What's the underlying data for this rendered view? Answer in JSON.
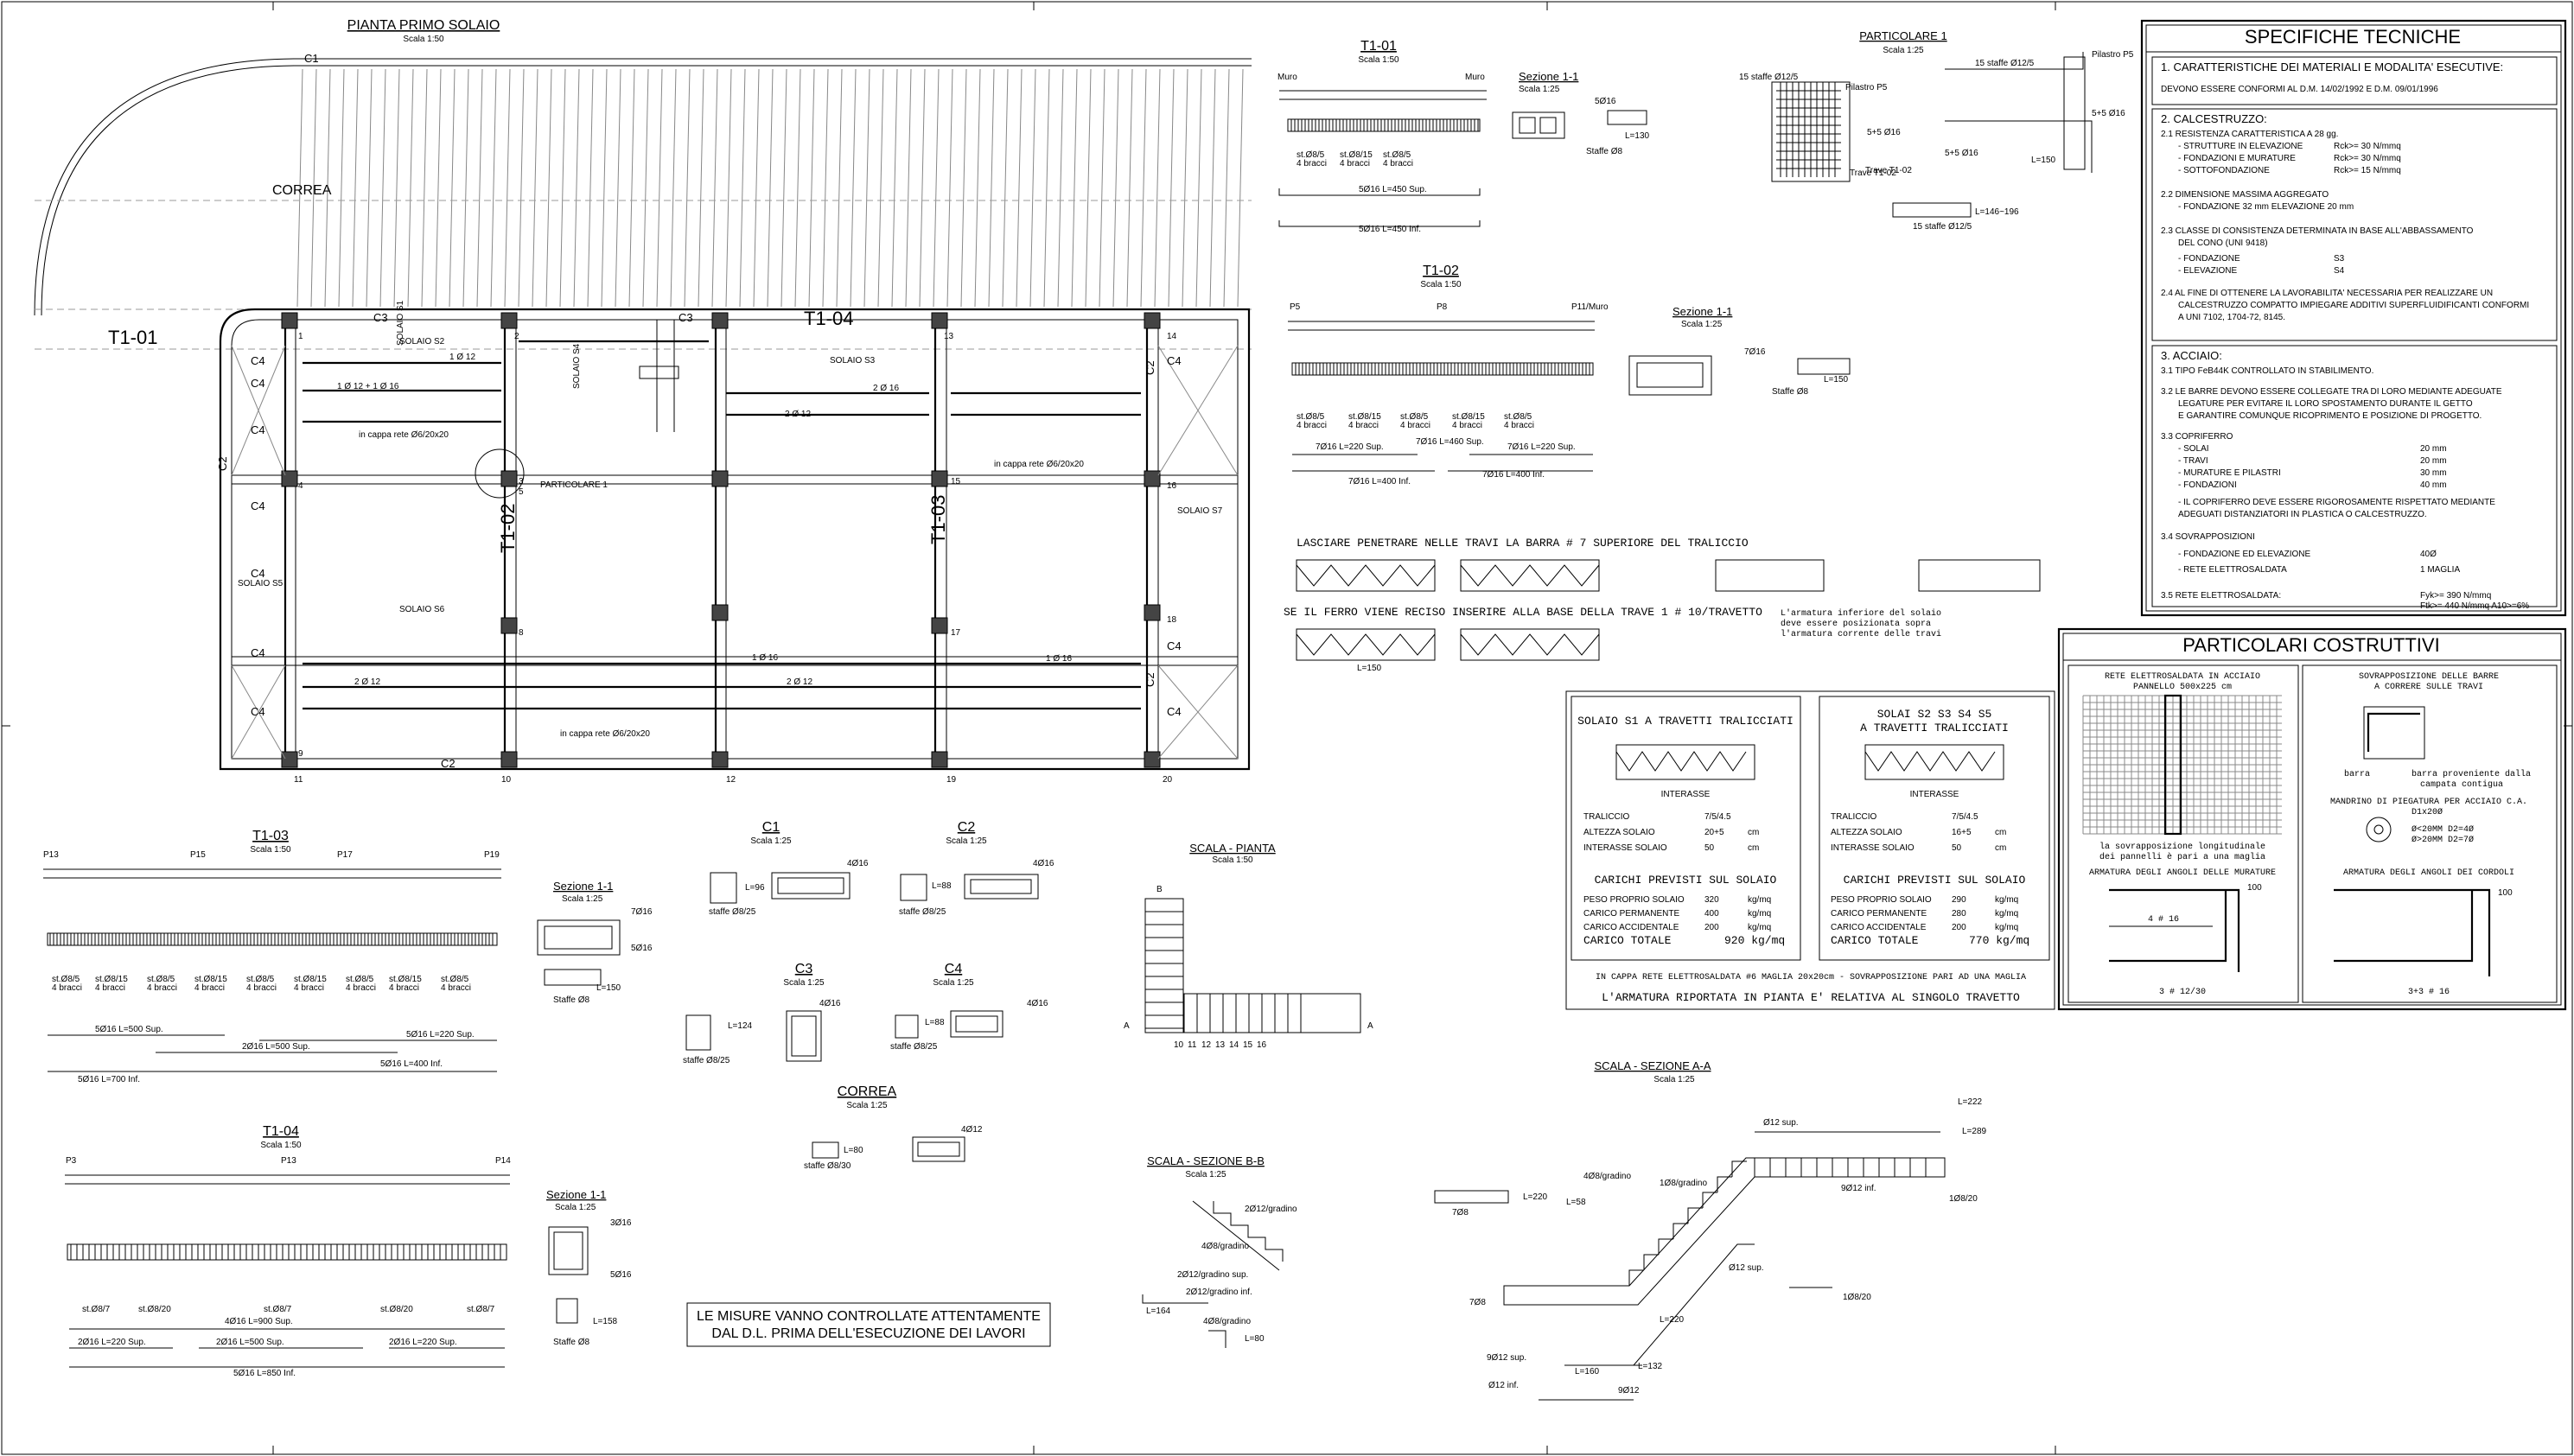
{
  "plan": {
    "title": "PIANTA PRIMO SOLAIO",
    "scale": "Scala 1:50",
    "beam_c1": "C1",
    "beam_c2": "C2",
    "beam_c3": "C3",
    "beam_c4": "C4",
    "correa": "CORREA",
    "beam_t101": "T1-01",
    "beam_t102": "T1-02",
    "beam_t103": "T1-03",
    "beam_t104": "T1-04",
    "solaio_s1": "SOLAIO S1",
    "solaio_s2": "SOLAIO S2",
    "solaio_s3": "SOLAIO S3",
    "solaio_s4": "SOLAIO S4",
    "solaio_s5": "SOLAIO S5",
    "solaio_s6": "SOLAIO S6",
    "solaio_s7": "SOLAIO S7",
    "cappa_net": "in cappa rete Ø6/20x20",
    "particolare_1": "PARTICOLARE 1",
    "bar_1_12": "1 Ø 12",
    "bar_2_12": "2 Ø 12",
    "bar_1_16": "1 Ø 16",
    "bar_2_16": "2 Ø 16",
    "bar_mix": "1 Ø 12 + 1 Ø 16",
    "node_numbers": [
      "1",
      "2",
      "3",
      "4",
      "5",
      "8",
      "9",
      "10",
      "11",
      "12",
      "13",
      "14",
      "15",
      "16",
      "17",
      "18",
      "19",
      "20"
    ]
  },
  "t101": {
    "title": "T1-01",
    "scale": "Scala 1:50",
    "left": "Muro",
    "right": "Muro",
    "stirrups_a": "st.Ø8/5",
    "stirrups_b": "st.Ø8/15",
    "stirrups_note": "4 bracci",
    "top_bars": "5Ø16 L=450 Sup.",
    "bottom_bars": "5Ø16 L=450 Inf.",
    "section": "Sezione 1-1",
    "section_scale": "Scala 1:25",
    "section_bar": "5Ø16",
    "section_len": "L=130",
    "section_stirrup": "Staffe Ø8"
  },
  "t102": {
    "title": "T1-02",
    "scale": "Scala 1:50",
    "p5": "P5",
    "p8": "P8",
    "p11": "P11/Muro",
    "stirrups_a": "st.Ø8/5",
    "stirrups_b": "st.Ø8/15",
    "stirrups_note": "4 bracci",
    "bars_a": "7Ø16 L=220 Sup.",
    "bars_b": "7Ø16 L=400 Inf.",
    "bars_c": "7Ø16 L=400 Inf.",
    "bars_d": "7Ø16 L=220 Sup.",
    "bars_e": "7Ø16 L=460 Sup.",
    "section": "Sezione 1-1",
    "section_scale": "Scala 1:25",
    "section_bar": "7Ø16",
    "section_len": "L=150",
    "section_stirrup": "Staffe Ø8"
  },
  "particolare": {
    "title": "PARTICOLARE 1",
    "scale": "Scala 1:25",
    "l1": "15 staffe Ø12/5",
    "l2": "Pilastro P5",
    "l3": "5+5 Ø16",
    "l4": "Trave T1-02",
    "l5": "Pilastro P5",
    "l6": "15 staffe Ø12/5",
    "l7": "5+5 Ø16",
    "l8": "L=150",
    "l9": "L=146~196",
    "l10": "15 staffe Ø12/5"
  },
  "truss_notes": {
    "n1": "LASCIARE PENETRARE NELLE TRAVI LA BARRA # 7 SUPERIORE DEL TRALICCIO",
    "n2": "SE IL FERRO VIENE RECISO INSERIRE ALLA BASE DELLA TRAVE 1 # 10/TRAVETTO",
    "n3": "L'armatura inferiore del solaio deve essere posizionata sopra l'armatura corrente delle travi",
    "l150": "L=150"
  },
  "specs": {
    "title": "SPECIFICHE TECNICHE",
    "s1_title": "1. CARATTERISTICHE DEI MATERIALI E MODALITA' ESECUTIVE:",
    "s1_text": "DEVONO ESSERE CONFORMI AL D.M. 14/02/1992 E D.M. 09/01/1996",
    "s2_title": "2. CALCESTRUZZO:",
    "s2_lines": [
      "2.1 RESISTENZA CARATTERISTICA A 28 gg.",
      "- STRUTTURE IN ELEVAZIONE",
      "- FONDAZIONI E MURATURE",
      "- SOTTOFONDAZIONE",
      "2.2 DIMENSIONE MASSIMA AGGREGATO",
      "- FONDAZIONE 32 mm ELEVAZIONE 20 mm",
      "2.3 CLASSE DI CONSISTENZA DETERMINATA IN BASE ALL'ABBASSAMENTO",
      "DEL CONO (UNI 9418)",
      "- FONDAZIONE",
      "- ELEVAZIONE",
      "2.4 AL FINE DI OTTENERE LA LAVORABILITA' NECESSARIA PER REALIZZARE UN",
      "CALCESTRUZZO COMPATTO IMPIEGARE ADDITIVI SUPERFLUIDIFICANTI CONFORMI",
      "A UNI 7102, 1704-72, 8145."
    ],
    "s2_values": [
      "Rck>= 30 N/mmq",
      "Rck>= 30 N/mmq",
      "Rck>= 15 N/mmq",
      "S3",
      "S4"
    ],
    "s3_title": "3. ACCIAIO:",
    "s3_lines": [
      "3.1 TIPO FeB44K CONTROLLATO IN STABILIMENTO.",
      "3.2 LE BARRE DEVONO ESSERE COLLEGATE TRA DI LORO MEDIANTE ADEGUATE",
      "LEGATURE PER EVITARE IL LORO SPOSTAMENTO DURANTE IL GETTO",
      "E GARANTIRE COMUNQUE RICOPRIMENTO E POSIZIONE DI PROGETTO.",
      "3.3 COPRIFERRO",
      "- SOLAI",
      "- TRAVI",
      "- MURATURE E PILASTRI",
      "- FONDAZIONI",
      "- IL COPRIFERRO DEVE ESSERE RIGOROSAMENTE RISPETTATO MEDIANTE",
      "ADEGUATI DISTANZIATORI IN PLASTICA O CALCESTRUZZO.",
      "3.4 SOVRAPPOSIZIONI",
      "- FONDAZIONE ED ELEVAZIONE",
      "- RETE ELETTROSALDATA",
      "3.5 RETE ELETTROSALDATA:"
    ],
    "s3_values": [
      "20 mm",
      "20 mm",
      "30 mm",
      "40 mm",
      "40Ø",
      "1 MAGLIA",
      "Fyk>= 390 N/mmq",
      "Ftk>= 440 N/mmq  A10>=6%"
    ]
  },
  "part_costr": {
    "title": "PARTICOLARI COSTRUTTIVI",
    "rete_title": "RETE ELETTROSALDATA IN ACCIAIO",
    "rete_sub": "PANNELLO 500x225 cm",
    "rete_note1": "la sovrapposizione longitudinale",
    "rete_note2": "dei pannelli è pari a una maglia",
    "sovr_title": "SOVRAPPOSIZIONE DELLE BARRE",
    "sovr_sub": "A CORRERE SULLE TRAVI",
    "barra": "barra",
    "barra_prov": "barra proveniente dalla",
    "campata": "campata contigua",
    "mandrino": "MANDRINO DI PIEGATURA PER ACCIAIO C.A.",
    "mandrino_a": "D1x20Ø",
    "mandrino_b": "Ø<20MM D2=4Ø",
    "mandrino_c": "Ø>20MM D2=7Ø",
    "arm_mura": "ARMATURA DEGLI ANGOLI DELLE MURATURE",
    "arm_cord": "ARMATURA DEGLI ANGOLI DEI CORDOLI",
    "bar_a": "4 # 16",
    "bar_b": "3 # 12/30",
    "bar_c": "3+3 # 16",
    "dim100": "100"
  },
  "solaio_s1": {
    "title": "SOLAIO S1 A TRAVETTI TRALICCIATI",
    "interasse": "INTERASSE",
    "rows": [
      [
        "TRALICCIO",
        "7/5/4.5",
        ""
      ],
      [
        "ALTEZZA SOLAIO",
        "20+5",
        "cm"
      ],
      [
        "INTERASSE SOLAIO",
        "50",
        "cm"
      ]
    ],
    "carichi": "CARICHI PREVISTI SUL SOLAIO",
    "loads": [
      [
        "PESO PROPRIO SOLAIO",
        "320",
        "kg/mq"
      ],
      [
        "CARICO PERMANENTE",
        "400",
        "kg/mq"
      ],
      [
        "CARICO ACCIDENTALE",
        "200",
        "kg/mq"
      ]
    ],
    "totale_label": "CARICO TOTALE",
    "totale": "920 kg/mq"
  },
  "solaio_s2": {
    "title": "SOLAI S2 S3 S4 S5",
    "title2": "A TRAVETTI TRALICCIATI",
    "interasse": "INTERASSE",
    "rows": [
      [
        "TRALICCIO",
        "7/5/4.5",
        ""
      ],
      [
        "ALTEZZA SOLAIO",
        "16+5",
        "cm"
      ],
      [
        "INTERASSE SOLAIO",
        "50",
        "cm"
      ]
    ],
    "carichi": "CARICHI PREVISTI SUL SOLAIO",
    "loads": [
      [
        "PESO PROPRIO SOLAIO",
        "290",
        "kg/mq"
      ],
      [
        "CARICO PERMANENTE",
        "280",
        "kg/mq"
      ],
      [
        "CARICO ACCIDENTALE",
        "200",
        "kg/mq"
      ]
    ],
    "totale_label": "CARICO TOTALE",
    "totale": "770 kg/mq"
  },
  "cappa_note": "IN CAPPA RETE ELETTROSALDATA #6 MAGLIA 20x20cm - SOVRAPPOSIZIONE PARI AD UNA MAGLIA",
  "armatura_note": "L'ARMATURA RIPORTATA IN PIANTA E' RELATIVA AL SINGOLO TRAVETTO",
  "t103": {
    "title": "T1-03",
    "scale": "Scala 1:50",
    "p13": "P13",
    "p15": "P15",
    "p17": "P17",
    "p19": "P19",
    "st_a": "st.Ø8/5",
    "st_b": "st.Ø8/15",
    "st_note": "4 bracci",
    "b1": "5Ø16 L=500 Sup.",
    "b2": "2Ø16 L=500 Sup.",
    "b3": "5Ø16 L=220 Sup.",
    "b4": "5Ø16 L=400 Inf.",
    "b5": "5Ø16 L=700 Inf.",
    "section": "Sezione 1-1",
    "section_scale": "Scala 1:25",
    "section_bar": "7Ø16",
    "section_bar2": "5Ø16",
    "section_len": "L=150",
    "section_stirrup": "Staffe Ø8"
  },
  "t104": {
    "title": "T1-04",
    "scale": "Scala 1:50",
    "p3": "P3",
    "p13": "P13",
    "p14": "P14",
    "st_a": "st.Ø8/7",
    "st_b": "st.Ø8/20",
    "st_c": "st.Ø8/7",
    "st_d": "st.Ø8/20",
    "st_e": "st.Ø8/20",
    "b1": "4Ø16 L=900 Sup.",
    "b2": "2Ø16 L=220 Sup.",
    "b3": "2Ø16 L=500 Sup.",
    "b4": "2Ø16 L=220 Sup.",
    "b5": "5Ø16 L=850 Inf.",
    "section": "Sezione 1-1",
    "section_scale": "Scala 1:25",
    "section_bar": "3Ø16",
    "section_bar2": "5Ø16",
    "section_len": "L=158",
    "section_stirrup": "Staffe Ø8"
  },
  "cordoli": {
    "c1": "C1",
    "c2": "C2",
    "c3": "C3",
    "c4": "C4",
    "correa": "CORREA",
    "scale": "Scala 1:25",
    "c1_bar": "4Ø16",
    "c1_len": "L=96",
    "c1_st": "staffe Ø8/25",
    "c2_bar": "4Ø16",
    "c2_len": "L=88",
    "c2_st": "staffe Ø8/25",
    "c3_bar": "4Ø16",
    "c3_len": "L=124",
    "c3_st": "staffe Ø8/25",
    "c4_bar": "4Ø16",
    "c4_len": "L=88",
    "c4_st": "staffe Ø8/25",
    "cor_bar": "4Ø12",
    "cor_len": "L=80",
    "cor_st": "staffe Ø8/30"
  },
  "warning": {
    "line1": "LE MISURE VANNO CONTROLLATE ATTENTAMENTE",
    "line2": "DAL D.L. PRIMA DELL'ESECUZIONE DEI LAVORI"
  },
  "scala_pianta": {
    "title": "SCALA - PIANTA",
    "scale": "Scala 1:50",
    "steps": [
      "10",
      "11",
      "12",
      "13",
      "14",
      "15",
      "16"
    ],
    "a": "A",
    "b": "B"
  },
  "scala_bb": {
    "title": "SCALA - SEZIONE B-B",
    "scale": "Scala 1:25",
    "l1": "2Ø12/gradino",
    "l2": "4Ø8/gradino",
    "l3": "2Ø12/gradino sup.",
    "l4": "2Ø12/gradino inf.",
    "l5": "L=164",
    "l6": "4Ø8/gradino",
    "l7": "L=80"
  },
  "scala_aa": {
    "title": "SCALA - SEZIONE A-A",
    "scale": "Scala 1:25",
    "l1": "L=222",
    "l2": "Ø12 sup.",
    "l3": "L=289",
    "l4": "9Ø12 inf.",
    "l5": "1Ø8/gradino",
    "l6": "4Ø8/gradino",
    "l7": "L=58",
    "l8": "L=220",
    "l9": "7Ø8",
    "l10": "Ø12 sup.",
    "l11": "L=220",
    "l12": "7Ø8",
    "l13": "9Ø12 sup.",
    "l14": "L=160",
    "l15": "Ø12 inf.",
    "l16": "L=132",
    "l17": "9Ø12",
    "l18": "1Ø8/20",
    "l19": "1Ø8/20"
  }
}
